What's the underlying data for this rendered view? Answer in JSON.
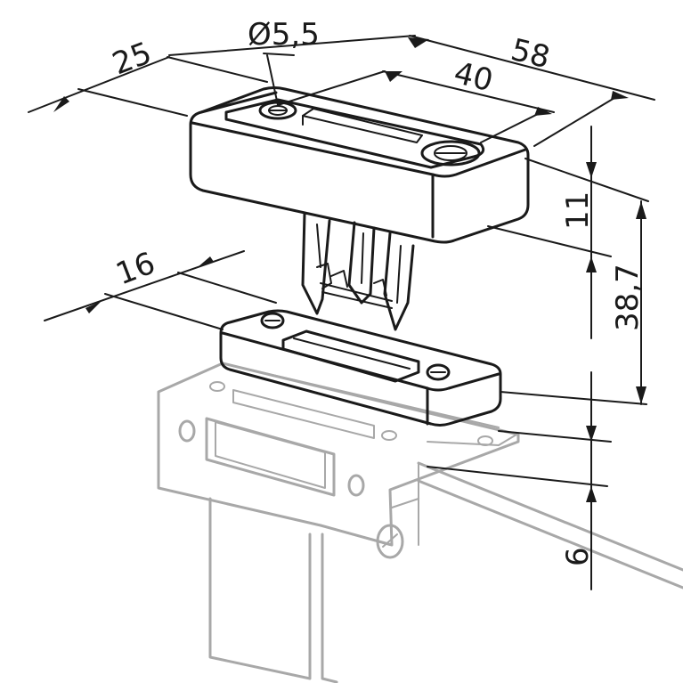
{
  "dimensions": {
    "hole_diameter": "Ø5,5",
    "width_overall": "25",
    "length_overall": "58",
    "hole_spacing": "40",
    "height_actuator": "11",
    "height_total": "38,7",
    "width_base": "16",
    "mount_offset": "6"
  },
  "colors": {
    "line": "#1a1a1a",
    "ghost": "#a8a8a8",
    "background": "#ffffff"
  }
}
